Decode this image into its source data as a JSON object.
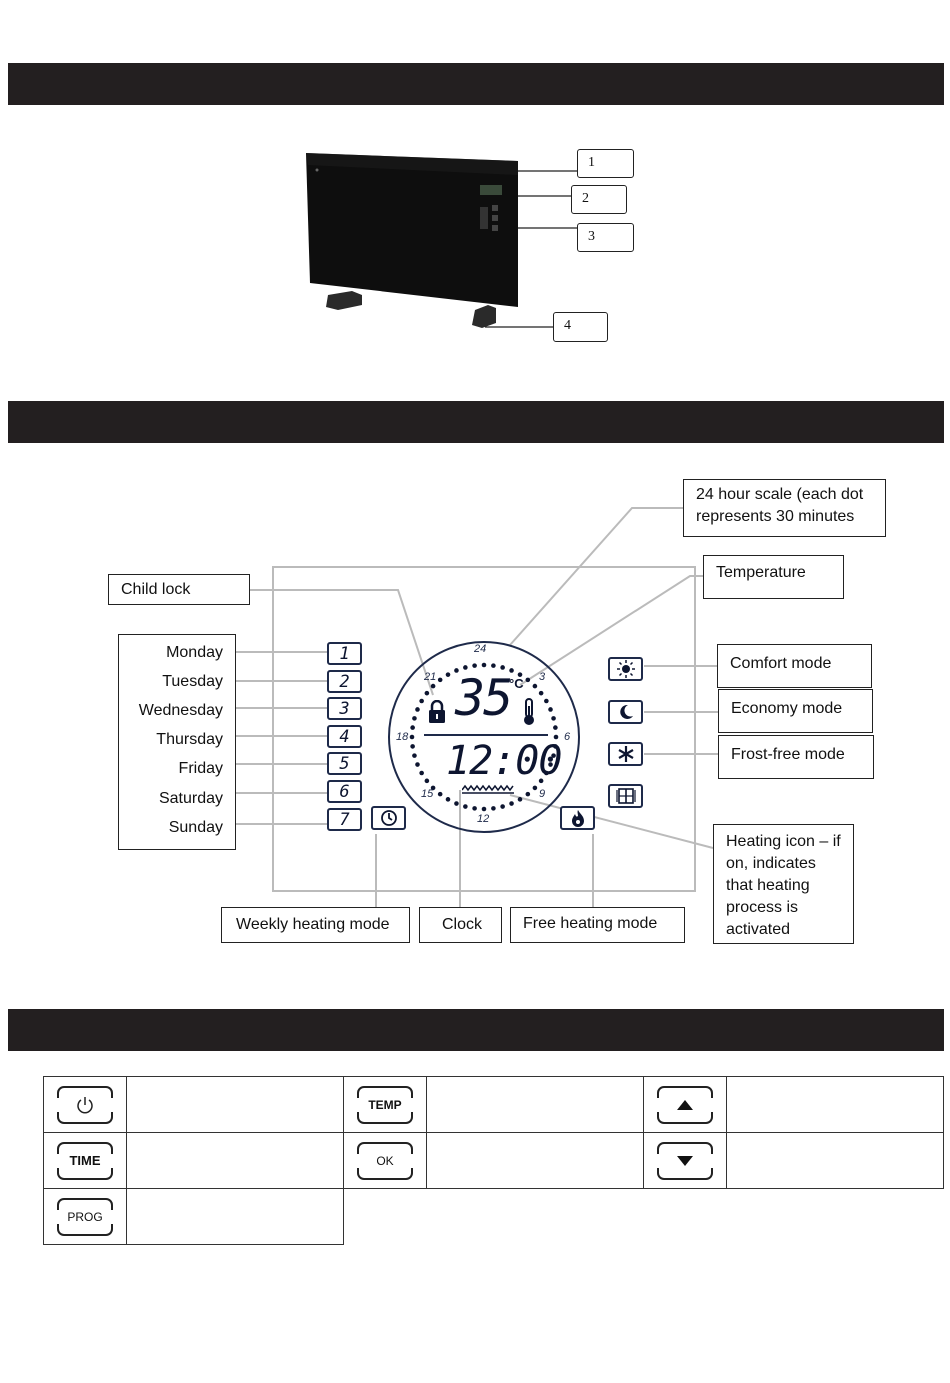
{
  "product_callouts": [
    "1",
    "2",
    "3",
    "4"
  ],
  "display": {
    "temperature_value": "35",
    "temperature_unit": "°C",
    "clock_value": "12:00",
    "scale_marks": [
      "24",
      "3",
      "6",
      "9",
      "12",
      "15",
      "18",
      "21"
    ]
  },
  "labels": {
    "scale": "24 hour scale (each dot represents 30 minutes",
    "temperature": "Temperature",
    "child_lock": "Child lock",
    "comfort": "Comfort mode",
    "economy": "Economy mode",
    "frost": "Frost-free mode",
    "heating_icon": "Heating icon – if on, indicates that heating process is activated",
    "weekly": "Weekly heating mode",
    "clock": "Clock",
    "free": "Free heating mode"
  },
  "days": [
    "Monday",
    "Tuesday",
    "Wednesday",
    "Thursday",
    "Friday",
    "Saturday",
    "Sunday"
  ],
  "day_numbers": [
    "1",
    "2",
    "3",
    "4",
    "5",
    "6",
    "7"
  ],
  "buttons": {
    "temp": "TEMP",
    "time": "TIME",
    "ok": "OK",
    "prog": "PROG"
  },
  "icons": {
    "power": "power-icon",
    "up": "arrow-up-icon",
    "down": "arrow-down-icon",
    "lock": "lock-icon",
    "thermometer": "thermometer-icon",
    "sun": "sun-icon",
    "moon": "moon-icon",
    "snowflake": "snowflake-icon",
    "window": "window-icon",
    "flame": "flame-icon",
    "clock": "clock-icon"
  }
}
